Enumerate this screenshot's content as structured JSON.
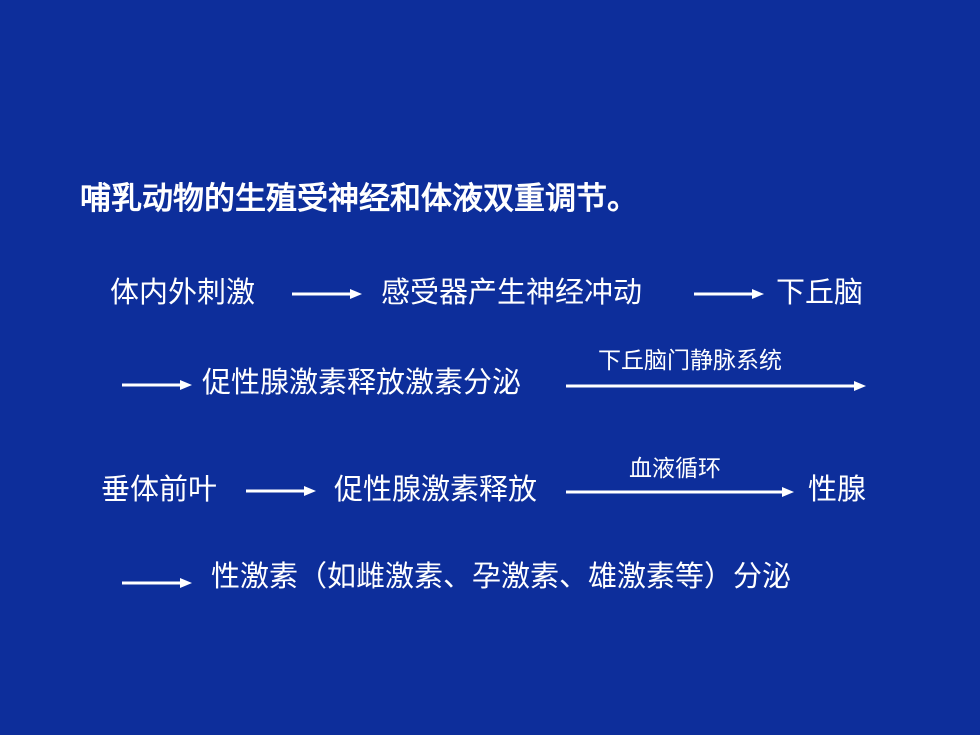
{
  "colors": {
    "background": "#0d2e9b",
    "foreground": "#ffffff"
  },
  "slide": {
    "title": "哺乳动物的生殖受神经和体液双重调节。",
    "line1": {
      "step1": "体内外刺激",
      "step2": "感受器产生神经冲动",
      "step3": "下丘脑"
    },
    "line2": {
      "step1": "促性腺激素释放激素分泌",
      "arrow_label": "下丘脑门静脉系统"
    },
    "line3": {
      "step1": "垂体前叶",
      "step2": "促性腺激素释放",
      "arrow_label": "血液循环",
      "step3": "性腺"
    },
    "line4": {
      "step1": "性激素（如雌激素、孕激素、雄激素等）分泌"
    },
    "arrow_icon": "right-arrow-icon"
  }
}
